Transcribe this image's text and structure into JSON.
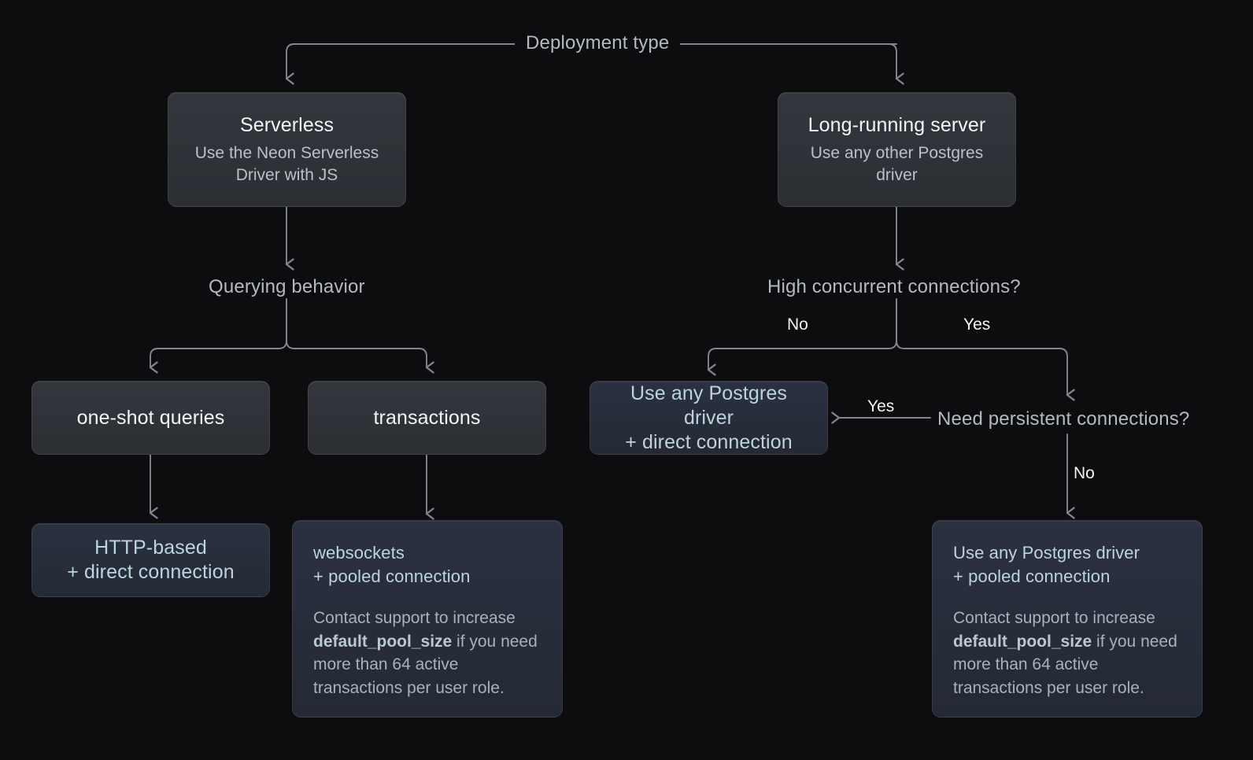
{
  "diagram": {
    "background_color": "#0d0d0f",
    "line_color": "#7f868f",
    "root_label": "Deployment type",
    "nodes": {
      "serverless": {
        "title": "Serverless",
        "subtitle": "Use the Neon Serverless Driver with JS"
      },
      "long_running": {
        "title": "Long-running server",
        "subtitle": "Use any other Postgres driver"
      },
      "one_shot": {
        "title": "one-shot queries"
      },
      "transactions": {
        "title": "transactions"
      },
      "http_direct": {
        "line1": "HTTP-based",
        "line2": "+ direct connection"
      },
      "driver_direct": {
        "line1": "Use any Postgres driver",
        "line2": "+ direct connection"
      },
      "websockets_pooled": {
        "line1": "websockets",
        "line2": "+ pooled connection",
        "note_prefix": "Contact support to increase ",
        "note_code": "default_pool_size",
        "note_suffix": " if you need more than 64 active transactions per user role."
      },
      "driver_pooled": {
        "line1": "Use any Postgres driver",
        "line2": "+ pooled connection",
        "note_prefix": "Contact support to increase ",
        "note_code": "default_pool_size",
        "note_suffix": " if you need more than 64 active transactions per user role."
      }
    },
    "decisions": {
      "querying_behavior": "Querying behavior",
      "high_concurrent": "High concurrent connections?",
      "need_persistent": "Need persistent connections?"
    },
    "edge_labels": {
      "concurrent_no": "No",
      "concurrent_yes": "Yes",
      "persistent_yes": "Yes",
      "persistent_no": "No"
    }
  }
}
